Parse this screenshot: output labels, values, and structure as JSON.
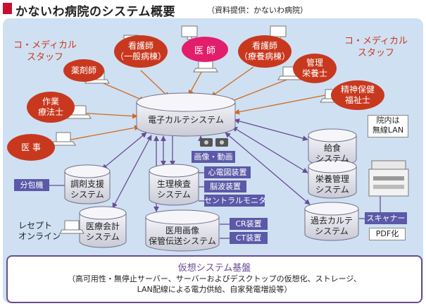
{
  "header": {
    "title": "かないわ病院のシステム概要",
    "source": "（資料提供：かないわ病院）"
  },
  "staff_left": "コ・メディカル\nスタッフ",
  "staff_right": "コ・メディカル\nスタッフ",
  "roles": {
    "pharmacist": "薬剤師",
    "nurse_general": "看護師\n（一般病棟）",
    "doctor": "医 師",
    "nurse_care": "看護師\n（療養病棟）",
    "dietitian": "管理\n栄養士",
    "psych_worker": "精神保健\n福祉士",
    "therapist": "作業\n療法士",
    "medical_affairs": "医 事"
  },
  "systems": {
    "emr": "電子カルテシステム",
    "dispensing": "調剤支援\nシステム",
    "accounting": "医療会計\nシステム",
    "physio": "生理検査\nシステム",
    "pacs": "医用画像\n保管伝送システム",
    "meal": "給食\nシステム",
    "nutrition": "栄養管理\nシステム",
    "past_records": "過去カルテ\nシステム"
  },
  "devices": {
    "imaging": "画像・動画",
    "ecg": "心電図装置",
    "eeg": "脳波装置",
    "central_monitor": "セントラルモニタ",
    "cr": "CR装置",
    "ct": "CT装置",
    "packaging": "分包機",
    "scanner": "スキャナー",
    "pdf": "PDF化"
  },
  "receipt_online": "レセプト\nオンライン",
  "wireless_note": "院内は\n無線LAN",
  "virtual": {
    "title": "仮想システム基盤",
    "description": "（高可用性・無停止サーバー、サーバーおよびデスクトップの仮想化、ストレージ、\nLAN配線による電力供給、自家発電増設等）"
  },
  "colors": {
    "red_oval": "#c8381e",
    "doctor_oval": "#e21d6b",
    "arrow_red": "#d2691e",
    "arrow_purple": "#6a4c93",
    "device_tag": "#5b59a8",
    "panel": "#cfe0f2"
  }
}
